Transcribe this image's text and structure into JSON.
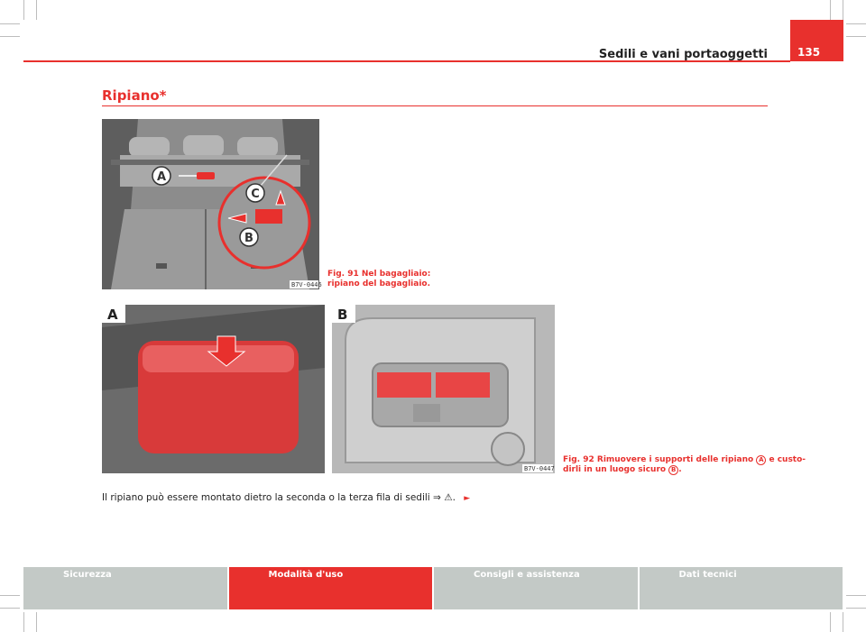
{
  "header": {
    "title": "Sedili e vani portaoggetti",
    "page_number": "135"
  },
  "section": {
    "title": "Ripiano*"
  },
  "fig91": {
    "caption_line1": "Fig. 91  Nel bagagliaio:",
    "caption_line2": "ripiano del bagagliaio.",
    "code": "B7V-0446",
    "label_a": "A",
    "label_b": "B",
    "label_c": "C"
  },
  "fig92": {
    "caption_pre": "Fig. 92  Rimuovere i supporti delle ripiano ",
    "caption_a": "A",
    "caption_mid": " e custo-",
    "caption_line2_pre": "dirli in un luogo sicuro ",
    "caption_b": "B",
    "caption_end": ".",
    "code": "B7V-0447",
    "panel_a": "A",
    "panel_b": "B"
  },
  "body": {
    "text": "Il ripiano può essere montato dietro la seconda o la terza fila di sedili ⇒",
    "warning_symbol": "⚠",
    "after_warning": ".",
    "continue_symbol": "►"
  },
  "footer": {
    "tabs": [
      "Sicurezza",
      "Modalità d'uso",
      "Consigli e assistenza",
      "Dati tecnici"
    ],
    "active_index": 1
  },
  "colors": {
    "accent": "#e8302d",
    "footer_tab": "#c3c9c6"
  }
}
